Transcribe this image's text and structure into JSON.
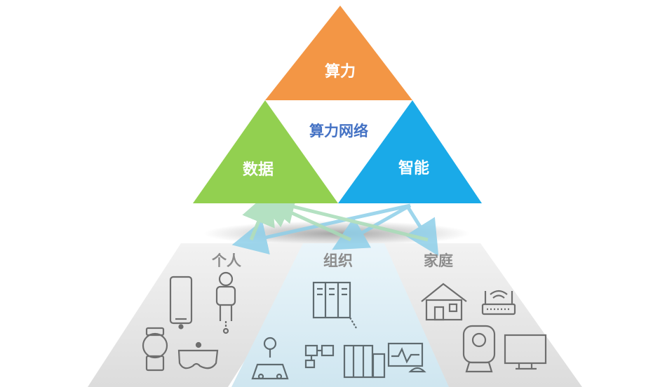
{
  "top_triangle": {
    "compute_label": "算力",
    "data_label": "数据",
    "intelligence_label": "智能",
    "center_label": "算力网络"
  },
  "scenarios": {
    "personal_label": "个人",
    "organization_label": "组织",
    "home_label": "家庭"
  },
  "colors": {
    "compute": "#f39645",
    "data": "#92d050",
    "intelligence": "#1aaae8",
    "center_text": "#4472c4",
    "panel_gray": "#e6e6e6",
    "panel_blue": "#d9edf5",
    "scenario_text": "#8c8c8c",
    "icon_stroke": "#6e6e6e"
  },
  "icons": {
    "personal": [
      "smartphone-icon",
      "robot-icon",
      "smartwatch-icon",
      "vr-glasses-icon"
    ],
    "organization": [
      "server-rack-icon",
      "connected-car-icon",
      "network-devices-icon",
      "storage-array-icon",
      "monitor-chart-icon"
    ],
    "home": [
      "house-icon",
      "router-icon",
      "camera-icon",
      "tv-icon"
    ]
  }
}
